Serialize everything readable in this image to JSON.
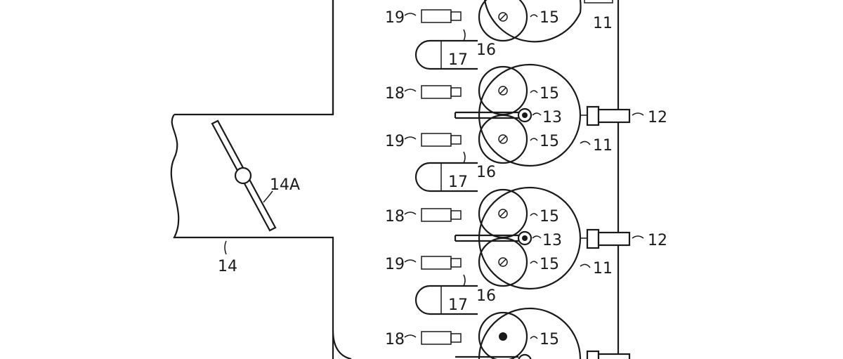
{
  "diagram": {
    "labels": {
      "duct": "14",
      "damper": "14A",
      "unit": "11",
      "port_fitting": "12",
      "center_valve": "13",
      "rotor": "15",
      "guide": "16",
      "loop": "17",
      "nozzle_a": "18",
      "nozzle_b": "19"
    },
    "bottom_rotor_core": "filled"
  }
}
